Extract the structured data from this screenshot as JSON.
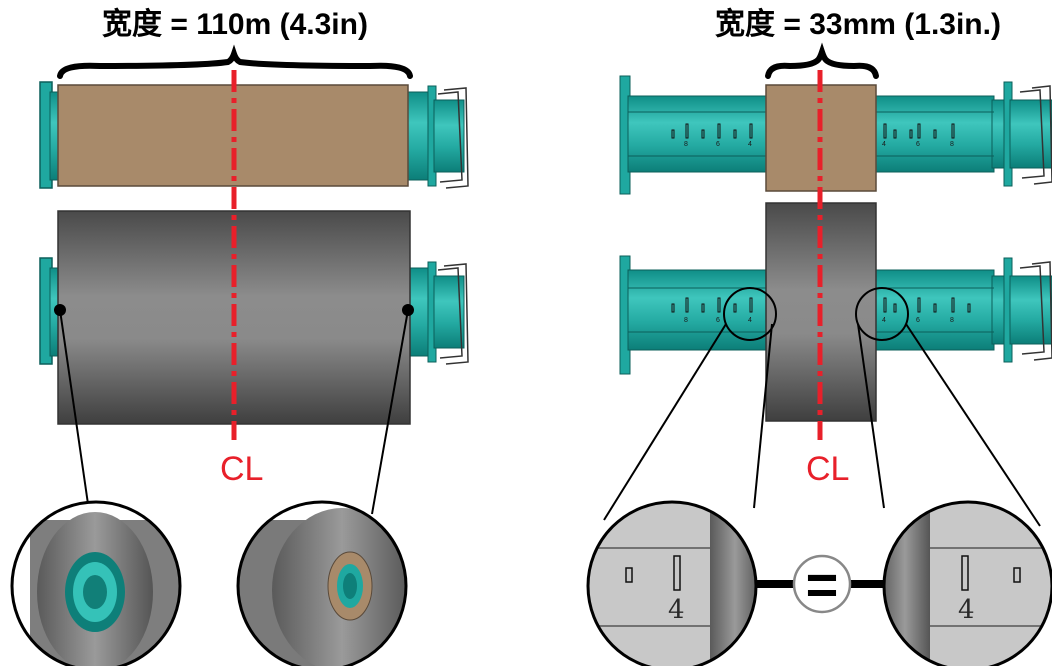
{
  "left_panel": {
    "width_label": "宽度 = 110m (4.3in)",
    "centerline_label": "CL"
  },
  "right_panel": {
    "width_label": "宽度  = 33mm (1.3in.)",
    "centerline_label": "CL",
    "scale_numbers": [
      "8",
      "6",
      "4"
    ],
    "zoom_number": "4",
    "equals_symbol": "="
  },
  "colors": {
    "teal": "#1fa8a0",
    "teal_dark": "#0e7f79",
    "ribbon_brown": "#a88a6a",
    "roll_gray": "#6e6e6e",
    "centerline_red": "#e8202a",
    "black": "#000000"
  }
}
